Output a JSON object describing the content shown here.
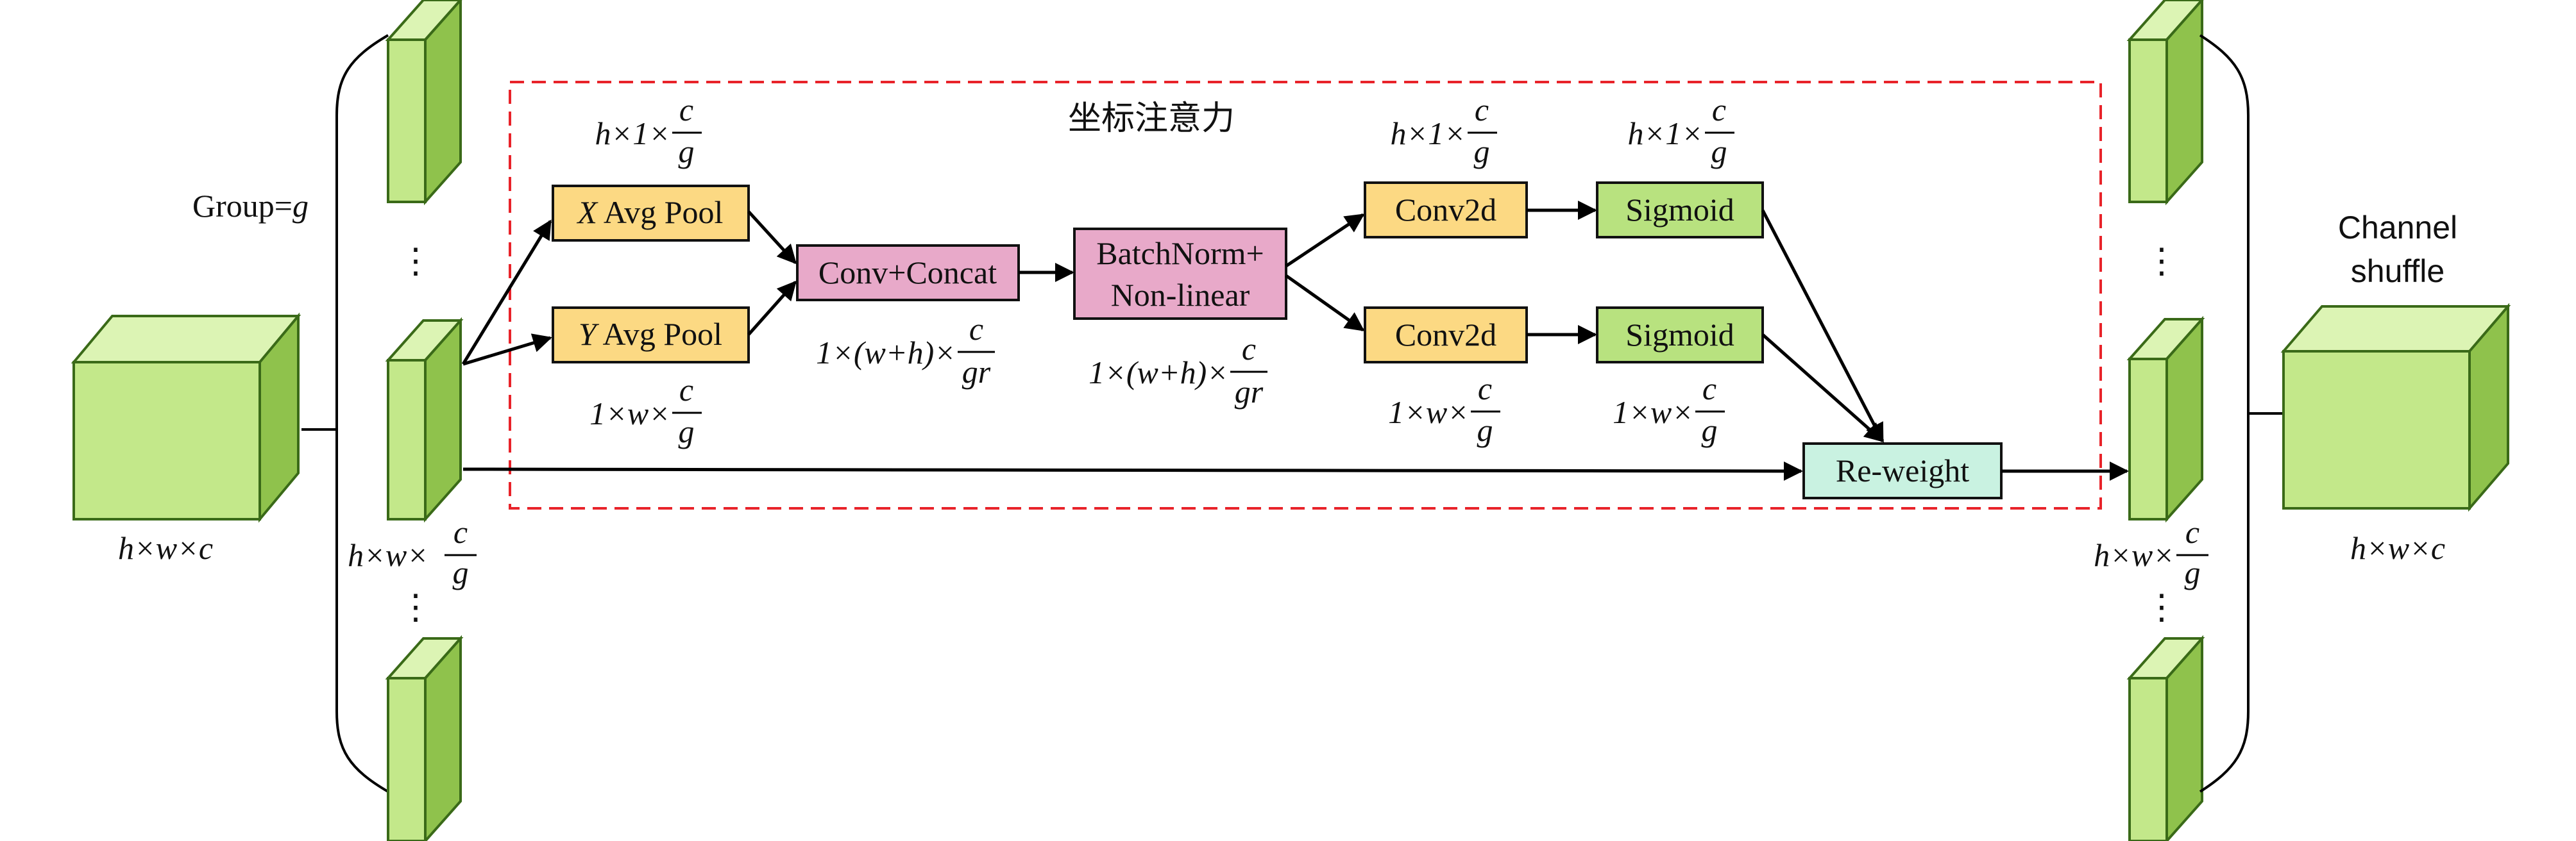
{
  "title": "坐标注意力",
  "group_label": "Group=",
  "group_var": "g",
  "channel_shuffle": [
    "Channel",
    "shuffle"
  ],
  "dims": {
    "input": "h×w×c",
    "output": "h×w×c",
    "group_left_prefix": "h×w×",
    "group_right_prefix": "h×w×",
    "x_pool": "h×1×",
    "y_pool": "1×w×",
    "conv2d_top": "h×1×",
    "sigmoid_top": "h×1×",
    "conv2d_bottom": "1×w×",
    "sigmoid_bottom": "1×w×",
    "concat": "1×(w+h)×",
    "batchnorm": "1×(w+h)×",
    "frac_c_g": {
      "num": "c",
      "den": "g"
    },
    "frac_c_gr": {
      "num": "c",
      "den": "gr"
    }
  },
  "blocks": {
    "x_pool_var": "X",
    "x_pool_text": "Avg Pool",
    "y_pool_var": "Y",
    "y_pool_text": "Avg Pool",
    "concat": "Conv+Concat",
    "batchnorm": [
      "BatchNorm+",
      "Non-linear"
    ],
    "conv2d_top": "Conv2d",
    "conv2d_bottom": "Conv2d",
    "sigmoid_top": "Sigmoid",
    "sigmoid_bottom": "Sigmoid",
    "reweight": "Re-weight"
  },
  "ellipsis": "⋮",
  "colors": {
    "cube_front": "#c3e88a",
    "cube_top": "#dcf4b4",
    "cube_side": "#8fc24c",
    "pool_box": "#fcd983",
    "concat_box": "#e8a9c9",
    "sigmoid_box": "#b8e27f",
    "reweight_box": "#c9f2e1",
    "dashed_border": "#e8232a"
  }
}
